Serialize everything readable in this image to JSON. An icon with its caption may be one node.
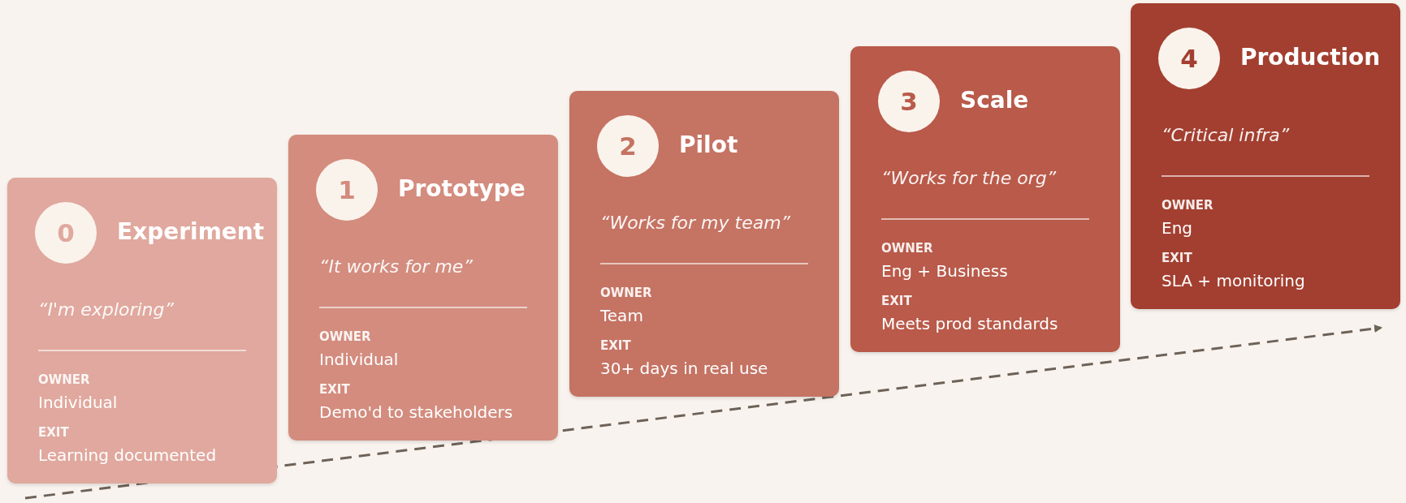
{
  "diagram": {
    "nodes": [
      {
        "text": [
          "Experiment",
          "“I'm exploring”",
          "OWNER",
          "Individual",
          "EXIT",
          "Learning documented"
        ]
      },
      {
        "text": [
          "0"
        ],
        "in": 0
      },
      {
        "text": [
          "Prototype",
          "“It works for me”",
          "OWNER",
          "Individual",
          "EXIT",
          "Demo'd to stakeholders"
        ]
      },
      {
        "text": [
          "1"
        ],
        "in": 2
      },
      {
        "text": [
          "Pilot",
          "“Works for my team”",
          "OWNER",
          "Team",
          "EXIT",
          "30+ days in real use"
        ]
      },
      {
        "text": [
          "2"
        ],
        "in": 4
      },
      {
        "text": [
          "Scale",
          "“Works for the org”",
          "OWNER",
          "Eng + Business",
          "EXIT",
          "Meets prod standards"
        ]
      },
      {
        "text": [
          "3"
        ],
        "in": 6
      },
      {
        "text": [
          "Production",
          "“Critical infra”",
          "OWNER",
          "Eng",
          "EXIT",
          "SLA + monitoring"
        ]
      },
      {
        "text": [
          "4"
        ],
        "in": 8
      }
    ],
    "edges": []
  }
}
